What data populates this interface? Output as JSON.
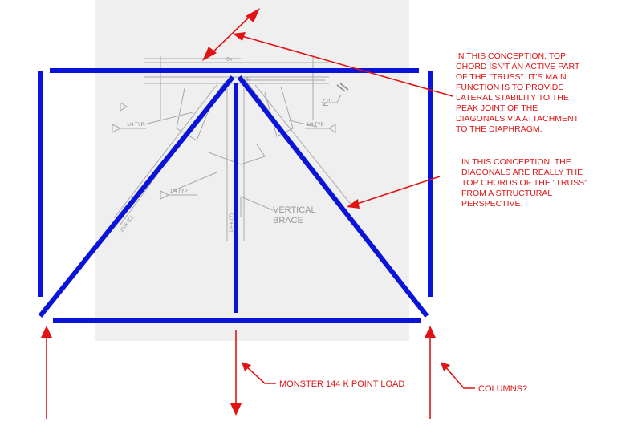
{
  "colors": {
    "frame": "#0a14d8",
    "annotation": "#e01414",
    "drawing": "#9a9a9a",
    "drawing_bg": "#efefef"
  },
  "drawing": {
    "dim_top_left": "0k",
    "dim_top_mid": "0k",
    "dim_2in": "2\"",
    "left_diag_force": "110k (C)",
    "right_diag_force": "110k (C)",
    "vertical_force": "144k (T)",
    "vertical_brace_line1": "VERTICAL",
    "vertical_brace_line2": "BRACE",
    "weld_symbol": "1/4 TYP"
  },
  "notes": {
    "top_chord": [
      "IN THIS CONCEPTION, TOP",
      "CHORD ISN'T AN ACTIVE PART",
      "OF THE \"TRUSS\".  IT'S MAIN",
      "FUNCTION IS TO PROVIDE",
      "LATERAL STABILITY TO THE",
      "PEAK JOINT OF THE",
      "DIAGONALS VIA ATTACHMENT",
      "TO THE DIAPHRAGM."
    ],
    "diagonals": [
      "IN THIS CONCEPTION, THE",
      "DIAGONALS ARE REALLY THE",
      "TOP CHORDS OF THE \"TRUSS\"",
      "FROM A STRUCTURAL",
      "PERSPECTIVE."
    ],
    "point_load": "MONSTER 144 K POINT LOAD",
    "columns": "COLUMNS?"
  }
}
